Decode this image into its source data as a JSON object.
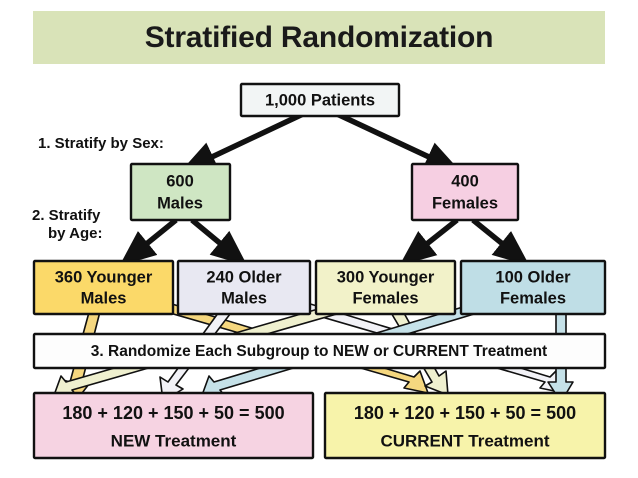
{
  "title": {
    "text": "Stratified Randomization",
    "banner_color": "#d9e3b8"
  },
  "diagram": {
    "root": {
      "label_line1": "1,000 Patients",
      "fill": "#f2f5f5"
    },
    "steps": [
      {
        "id": "step1",
        "line1": "1. Stratify by Sex:",
        "line2": ""
      },
      {
        "id": "step2",
        "line1": "2. Stratify",
        "line2": "by Age:"
      }
    ],
    "sex_groups": [
      {
        "id": "males",
        "line1": "600",
        "line2": "Males",
        "fill": "#cfe6c3"
      },
      {
        "id": "females",
        "line1": "400",
        "line2": "Females",
        "fill": "#f6cfe2"
      }
    ],
    "subgroups": [
      {
        "id": "younger-males",
        "line1": "360 Younger",
        "line2": "Males",
        "fill": "#fbd969",
        "arrow_fill": "#f7dd8c"
      },
      {
        "id": "older-males",
        "line1": "240 Older",
        "line2": "Males",
        "fill": "#e8e8f2",
        "arrow_fill": "#f3f3f8"
      },
      {
        "id": "younger-females",
        "line1": "300 Younger",
        "line2": "Females",
        "fill": "#f2f2c9",
        "arrow_fill": "#eff0cf"
      },
      {
        "id": "older-females",
        "line1": "100 Older",
        "line2": "Females",
        "fill": "#bfdee6",
        "arrow_fill": "#c9e4ea"
      }
    ],
    "randomize_bar": {
      "label": "3. Randomize Each Subgroup to NEW or CURRENT Treatment",
      "fill": "#fdfdfd"
    },
    "outcomes": [
      {
        "id": "new-treatment",
        "sum_line": "180 + 120 + 150 + 50 = 500",
        "name_line": "NEW Treatment",
        "fill": "#f6d3e2"
      },
      {
        "id": "current-treatment",
        "sum_line": "180 + 120 + 150 + 50 = 500",
        "name_line": "CURRENT Treatment",
        "fill": "#f7f3aa"
      }
    ]
  }
}
